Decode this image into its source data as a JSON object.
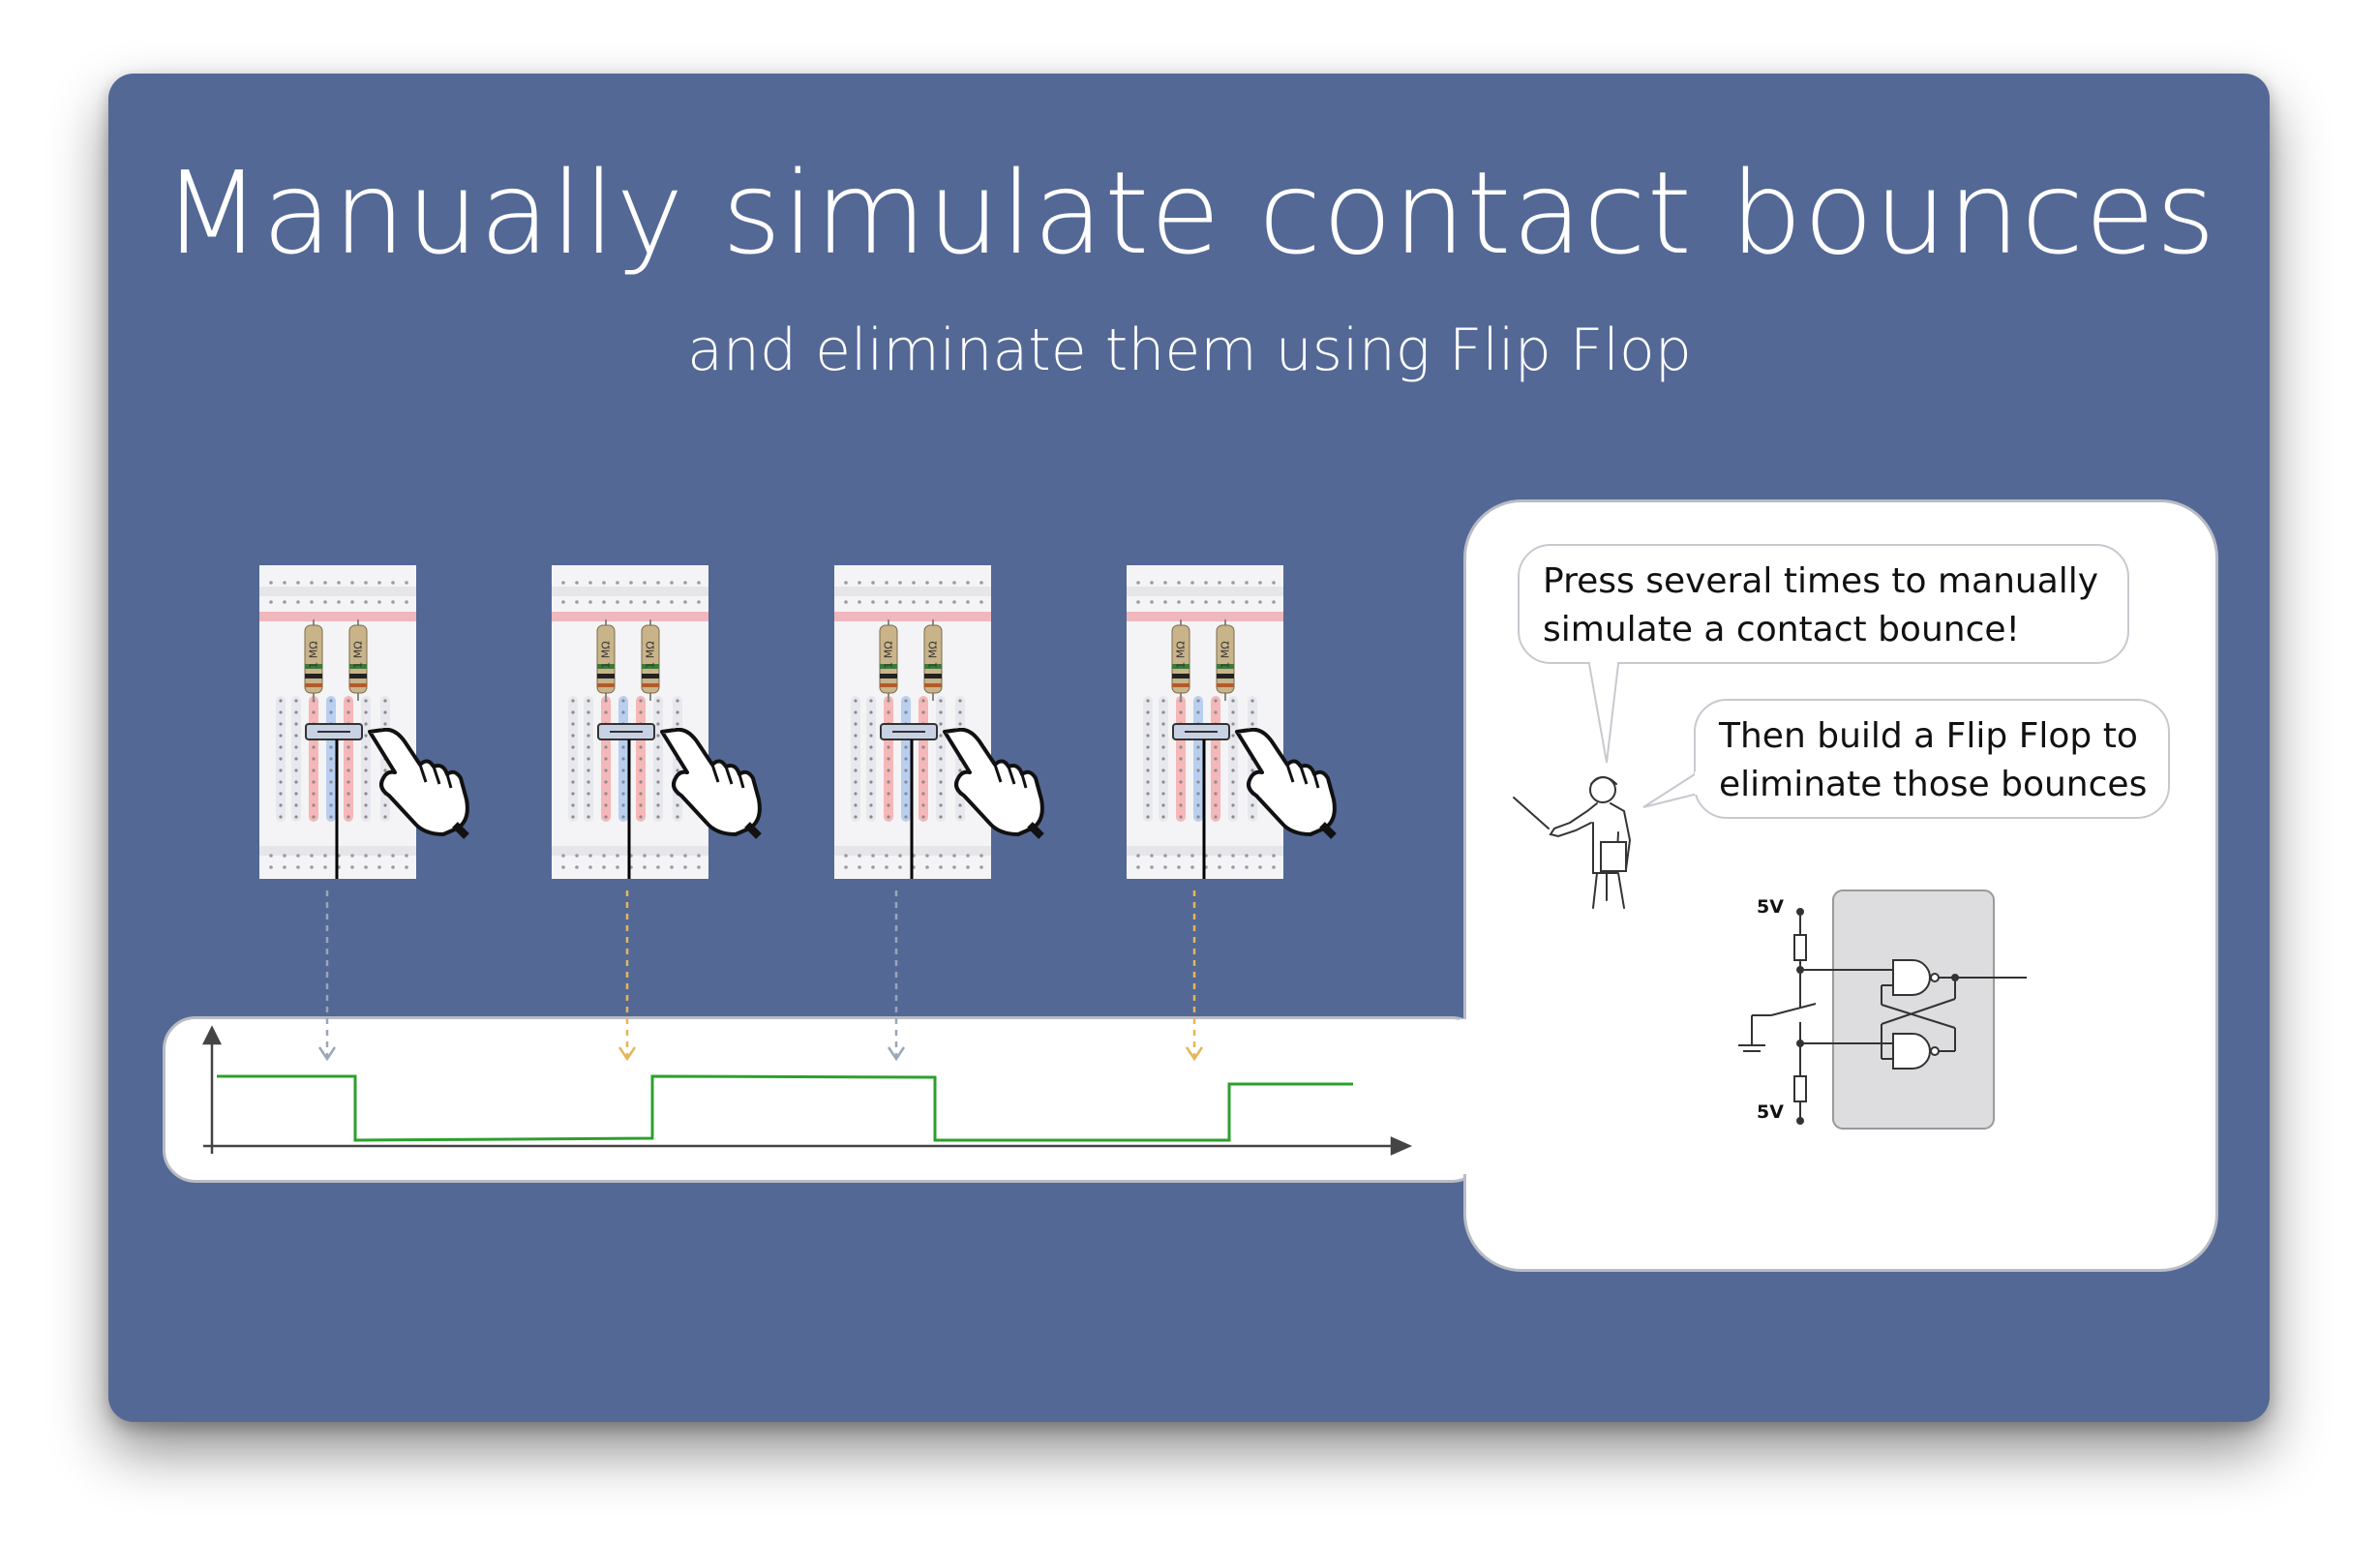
{
  "slide": {
    "title": "Manually simulate contact bounces",
    "subtitle": "and eliminate them using Flip Flop"
  },
  "breadboards": [
    {
      "resistor_labels": [
        "1 MΩ",
        "1 MΩ"
      ],
      "arrow_color": "#9aa6ba"
    },
    {
      "resistor_labels": [
        "1 MΩ",
        "1 MΩ"
      ],
      "arrow_color": "#e5b659"
    },
    {
      "resistor_labels": [
        "1 MΩ",
        "1 MΩ"
      ],
      "arrow_color": "#9aa6ba"
    },
    {
      "resistor_labels": [
        "1 MΩ",
        "1 MΩ"
      ],
      "arrow_color": "#e5b659"
    }
  ],
  "signal": {
    "levels": [
      "high",
      "low",
      "high",
      "low",
      "high"
    ],
    "line_color": "#2ca02c"
  },
  "teacher": {
    "bubble_1": [
      "Press several times to manually",
      "simulate a contact bounce!"
    ],
    "bubble_2": [
      "Then build a Flip Flop to",
      "eliminate those bounces"
    ]
  },
  "circuit": {
    "supply_top": "5V",
    "supply_bottom": "5V",
    "box_color": "#dddddf"
  },
  "colors": {
    "background": "#536895",
    "panel": "#ffffff"
  }
}
